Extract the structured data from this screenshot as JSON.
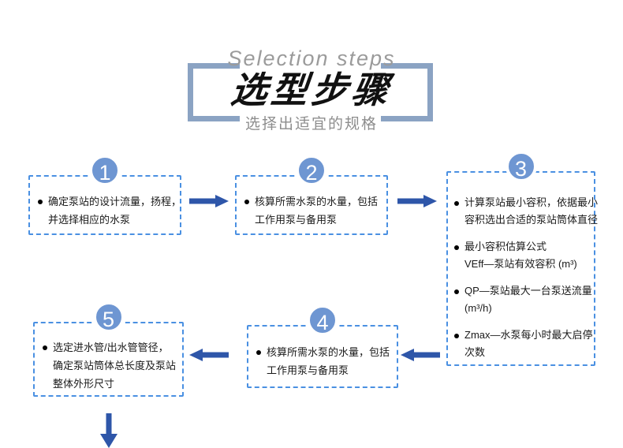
{
  "header": {
    "title_en": "Selection steps",
    "title_zh": "选型步骤",
    "subtitle": "选择出适宜的规格"
  },
  "steps": [
    {
      "number": "1",
      "bullets": [
        "确定泵站的设计流量，扬程，\n并选择相应的水泵"
      ]
    },
    {
      "number": "2",
      "bullets": [
        "核算所需水泵的水量，包括\n工作用泵与备用泵"
      ]
    },
    {
      "number": "3",
      "bullets": [
        "计算泵站最小容积，依据最小\n容积选出合适的泵站筒体直径",
        "最小容积估算公式\nVEff—泵站有效容积 (m³)",
        "QP—泵站最大一台泵送流量\n(m³/h)",
        "Zmax—水泵每小时最大启停\n次数"
      ]
    },
    {
      "number": "4",
      "bullets": [
        "核算所需水泵的水量，包括\n工作用泵与备用泵"
      ]
    },
    {
      "number": "5",
      "bullets": [
        "选定进水管/出水管管径，\n确定泵站筒体总长度及泵站\n整体外形尺寸"
      ]
    }
  ],
  "icons": {
    "flow_arrow_right": "▶",
    "flow_arrow_left": "◀",
    "flow_arrow_down": "▼",
    "bullet": "●"
  },
  "colors": {
    "box_border": "#4a90e2",
    "circle_fill": "#6e96d2",
    "arrow": "#2e56a9",
    "bracket": "#8ba3c3",
    "title": "#111111",
    "title_en_gray": "#9b9b9b",
    "subtitle_gray": "#8d8d8d"
  }
}
